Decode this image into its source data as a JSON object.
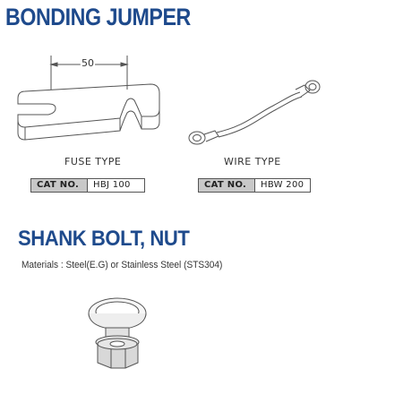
{
  "bonding_jumper": {
    "title": "BONDING JUMPER",
    "dimension_label": "50",
    "fuse": {
      "caption": "FUSE TYPE",
      "cat_label": "CAT NO.",
      "cat_value": "HBJ 100"
    },
    "wire": {
      "caption": "WIRE TYPE",
      "cat_label": "CAT NO.",
      "cat_value": "HBW 200"
    }
  },
  "shank_bolt": {
    "title": "SHANK BOLT, NUT",
    "materials": "Materials : Steel(E.G) or Stainless Steel (STS304)"
  },
  "colors": {
    "heading": "#1e4a8c",
    "cat_label_bg": "#c8c8c8",
    "line": "#555555"
  }
}
